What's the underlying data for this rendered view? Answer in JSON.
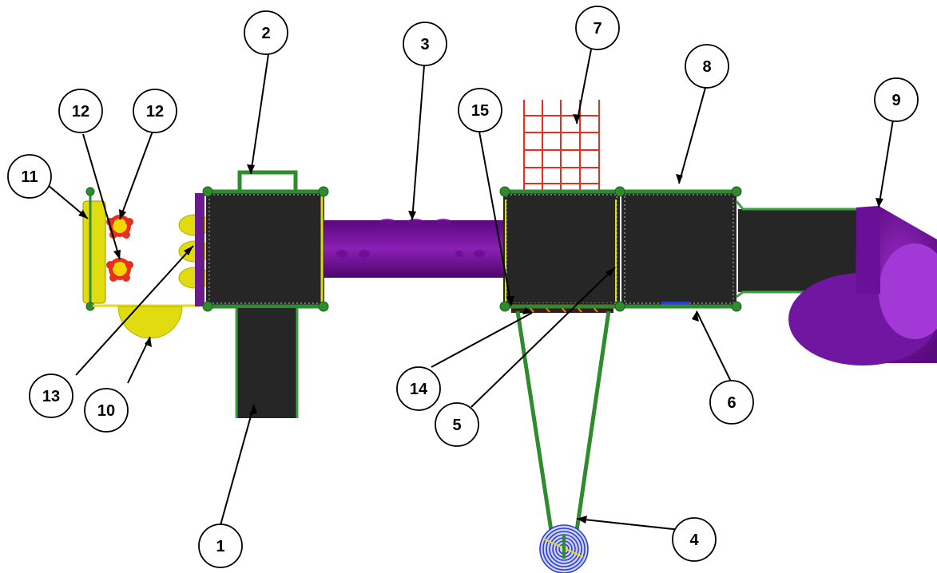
{
  "colors": {
    "deck": "#262626",
    "rail_green": "#2e8b2e",
    "tube_purple": "#7a0fa0",
    "panel_yellow": "#e0dc10",
    "climber_red": "#e53020",
    "swing_blue": "#2b3fd6",
    "background": "#ffffff"
  },
  "callouts": [
    {
      "id": "c1",
      "label": "1"
    },
    {
      "id": "c2",
      "label": "2"
    },
    {
      "id": "c3",
      "label": "3"
    },
    {
      "id": "c4",
      "label": "4"
    },
    {
      "id": "c5",
      "label": "5"
    },
    {
      "id": "c6",
      "label": "6"
    },
    {
      "id": "c7",
      "label": "7"
    },
    {
      "id": "c8",
      "label": "8"
    },
    {
      "id": "c9",
      "label": "9"
    },
    {
      "id": "c10",
      "label": "10"
    },
    {
      "id": "c11",
      "label": "11"
    },
    {
      "id": "c12a",
      "label": "12"
    },
    {
      "id": "c12b",
      "label": "12"
    },
    {
      "id": "c13",
      "label": "13"
    },
    {
      "id": "c14",
      "label": "14"
    },
    {
      "id": "c15",
      "label": "15"
    }
  ]
}
